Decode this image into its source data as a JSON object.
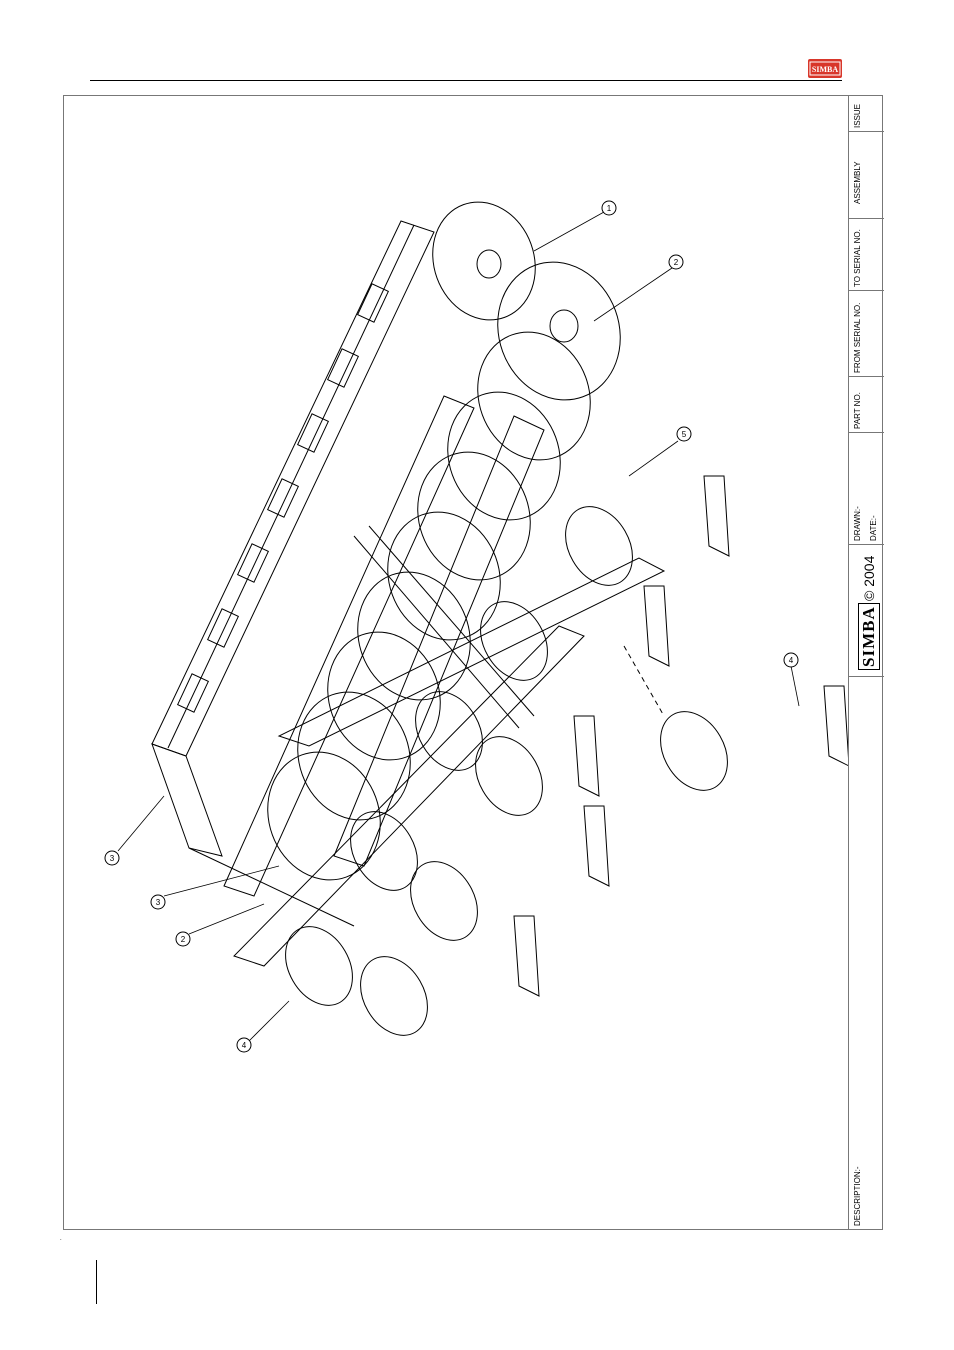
{
  "header": {
    "logo_text": "SIMBA",
    "accent_color": "#d8362a"
  },
  "title_block": {
    "issue_label": "ISSUE",
    "assembly_label": "ASSEMBLY",
    "to_serial_label": "TO SERIAL NO.",
    "from_serial_label": "FROM SERIAL NO.",
    "part_no_label": "PART NO.",
    "drawn_label": "DRAWN:-",
    "date_label": "DATE:-",
    "brand": "SIMBA",
    "copyright": "© 2004",
    "description_label": "DESCRIPTION:-"
  },
  "callouts": [
    "1",
    "2",
    "2",
    "3",
    "3",
    "4",
    "4",
    "5"
  ],
  "footer": {
    "mark": "."
  }
}
